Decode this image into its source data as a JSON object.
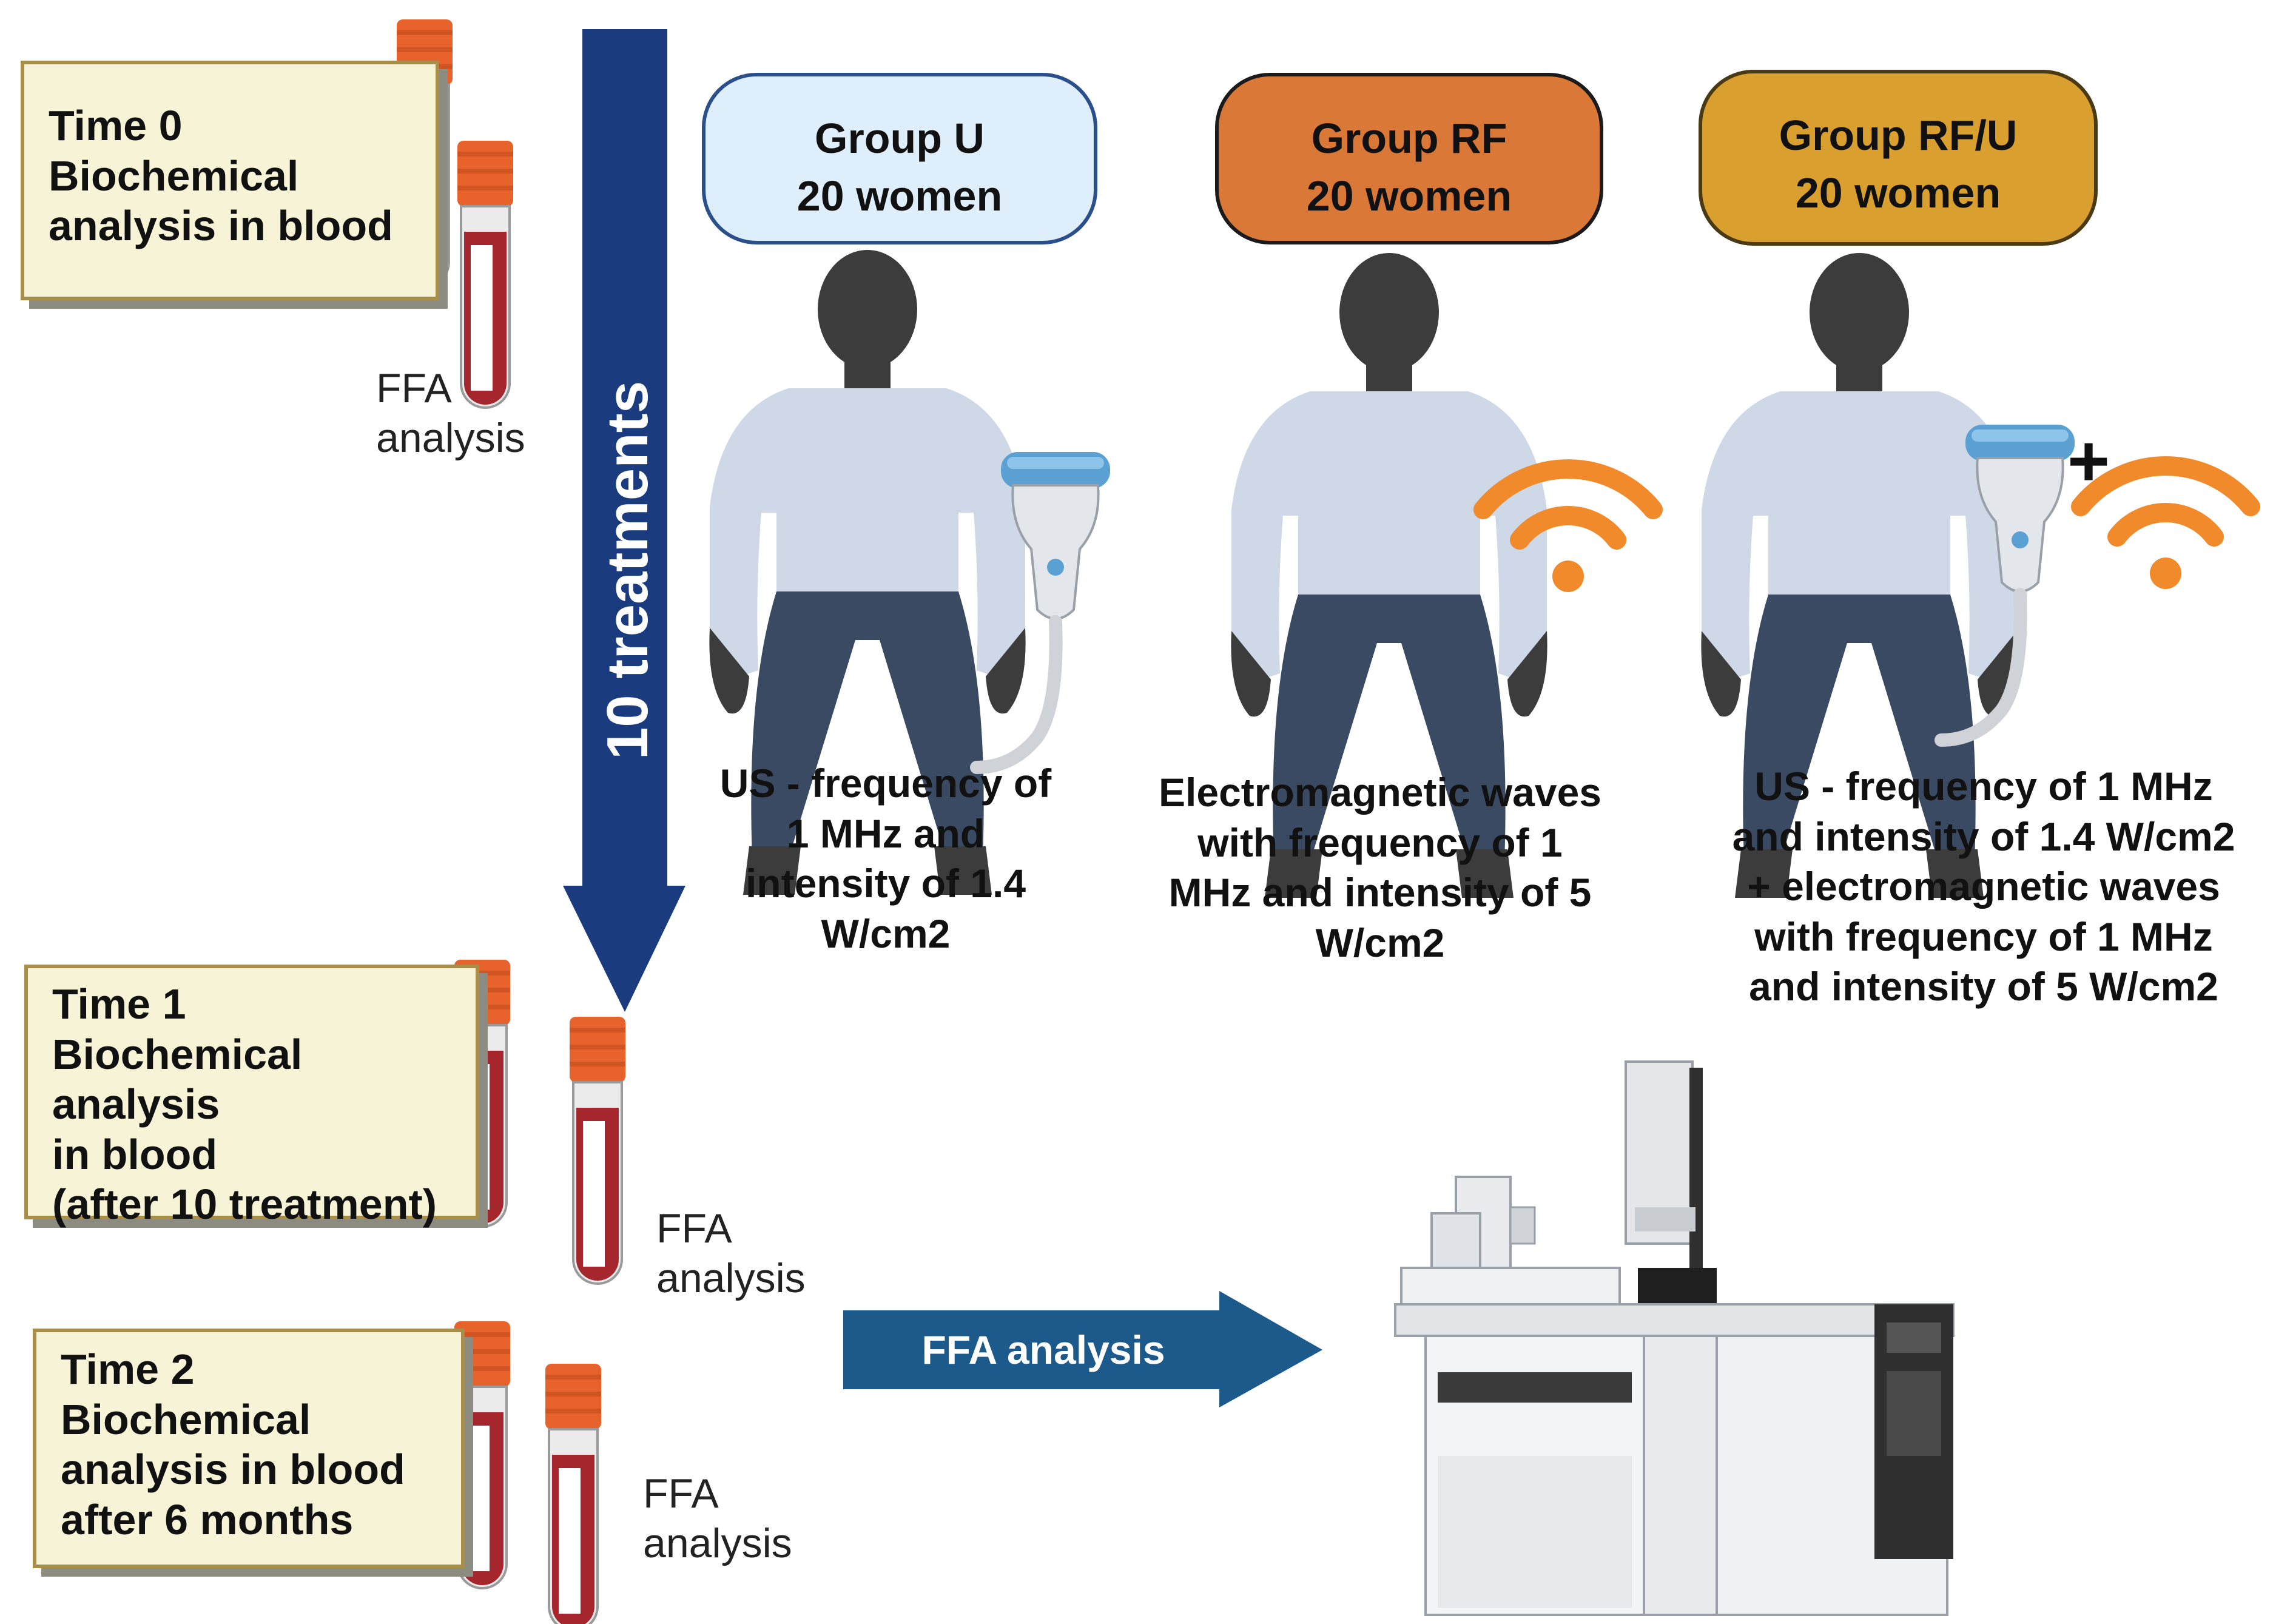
{
  "time_boxes": [
    {
      "text": "Time 0\nBiochemical\nanalysis in blood"
    },
    {
      "text": "Time 1\nBiochemical analysis\nin blood\n(after 10 treatment)"
    },
    {
      "text": "Time 2\nBiochemical\nanalysis in blood\nafter 6 months"
    }
  ],
  "ffa_labels": [
    "FFA\nanalysis",
    "FFA\nanalysis",
    "FFA\nanalysis"
  ],
  "treatment_arrow": {
    "label": "10 treatments",
    "color": "#1a3b7e"
  },
  "analysis_arrow": {
    "label": "FFA analysis",
    "color": "#1d5a8c"
  },
  "groups": [
    {
      "name": "Group U",
      "count": "20 women",
      "color": "#dfeefb",
      "description": "US - frequency of\n1 MHz and\nintensity of 1.4\nW/cm2"
    },
    {
      "name": "Group  RF",
      "count": "20 women",
      "color": "#d97837",
      "description": "Electromagnetic waves\nwith frequency of 1\nMHz and intensity of 5\nW/cm2"
    },
    {
      "name": "Group RF/U",
      "count": "20 women",
      "color": "#d9a02f",
      "description": "US - frequency of 1 MHz\nand intensity of 1.4 W/cm2\n+ electromagnetic waves\nwith frequency of 1 MHz\nand intensity of 5 W/cm2"
    }
  ],
  "plus_sign": "+",
  "icons": {
    "tube": "blood-tube-icon",
    "person": "person-silhouette-icon",
    "probe": "ultrasound-probe-icon",
    "waves": "wireless-waves-icon",
    "instrument": "gas-chromatograph-icon"
  },
  "colors": {
    "rf_wave": "#f08a2b",
    "tube_cap": "#e8632c",
    "blood": "#a5262c"
  }
}
